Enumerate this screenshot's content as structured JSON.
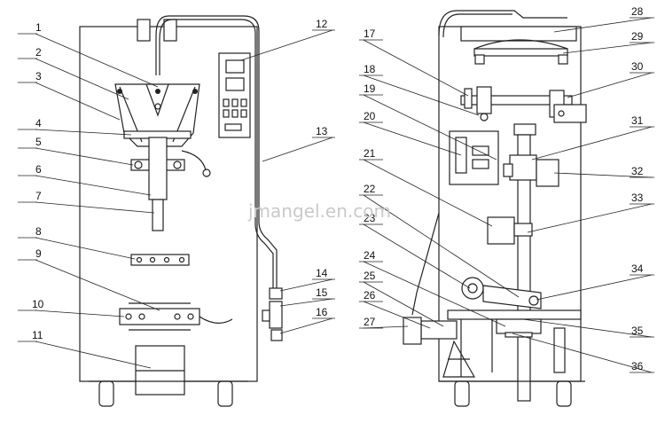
{
  "watermark": "jmangel.en.com",
  "labels": {
    "n1": "1",
    "n2": "2",
    "n3": "3",
    "n4": "4",
    "n5": "5",
    "n6": "6",
    "n7": "7",
    "n8": "8",
    "n9": "9",
    "n10": "10",
    "n11": "11",
    "n12": "12",
    "n13": "13",
    "n14": "14",
    "n15": "15",
    "n16": "16",
    "n17": "17",
    "n18": "18",
    "n19": "19",
    "n20": "20",
    "n21": "21",
    "n22": "22",
    "n23": "23",
    "n24": "24",
    "n25": "25",
    "n26": "26",
    "n27": "27",
    "n28": "28",
    "n29": "29",
    "n30": "30",
    "n31": "31",
    "n32": "32",
    "n33": "33",
    "n34": "34",
    "n35": "35",
    "n36": "36"
  }
}
